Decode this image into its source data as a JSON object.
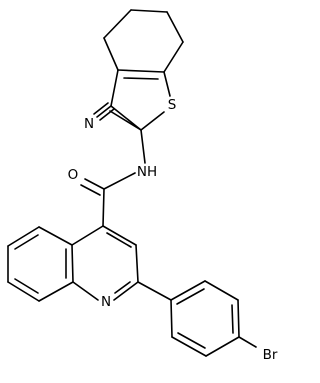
{
  "molecule": {
    "atom_labels": {
      "sulfur": "S",
      "nitrile_nitrogen": "N",
      "amide_nitrogen": "NH",
      "carbonyl_oxygen": "O",
      "quinoline_nitrogen": "N",
      "bromine": "Br"
    },
    "colors": {
      "bond": "#000000",
      "label": "#000000",
      "background": "#ffffff"
    }
  }
}
